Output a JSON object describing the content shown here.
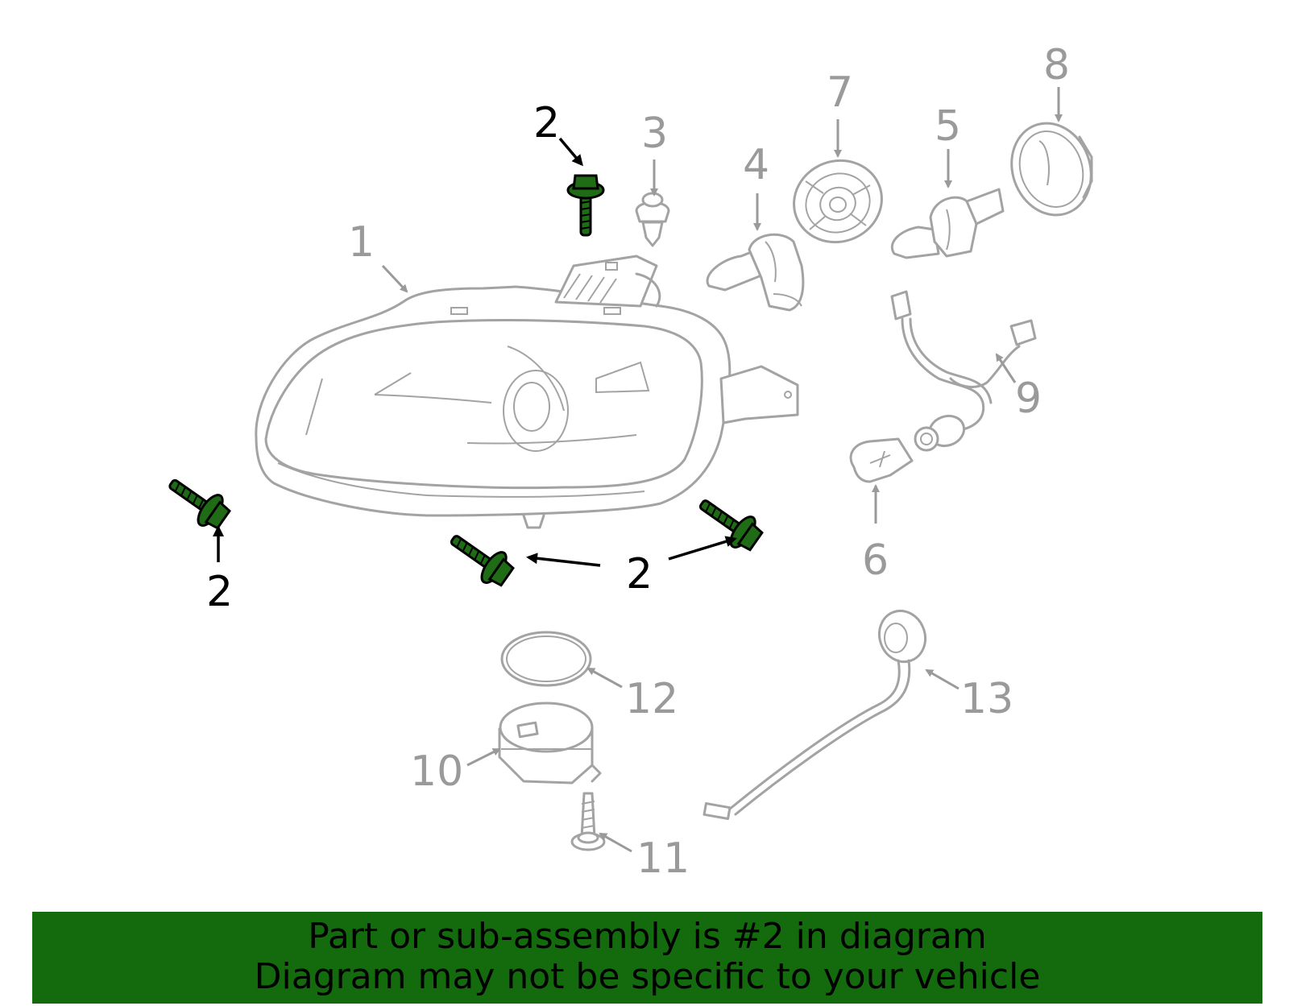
{
  "callouts": {
    "c1": "1",
    "c2a": "2",
    "c2b": "2",
    "c2c": "2",
    "c3": "3",
    "c4": "4",
    "c5": "5",
    "c6": "6",
    "c7": "7",
    "c8": "8",
    "c9": "9",
    "c10": "10",
    "c11": "11",
    "c12": "12",
    "c13": "13"
  },
  "highlighted_part": "2",
  "colors": {
    "highlight_part": "#1f6b16",
    "banner_background": "#136b0d",
    "line_art": "#a3a3a3"
  },
  "banner": {
    "line1": "Part or sub-assembly is #2 in diagram",
    "line2": "Diagram may not be specific to your vehicle"
  }
}
